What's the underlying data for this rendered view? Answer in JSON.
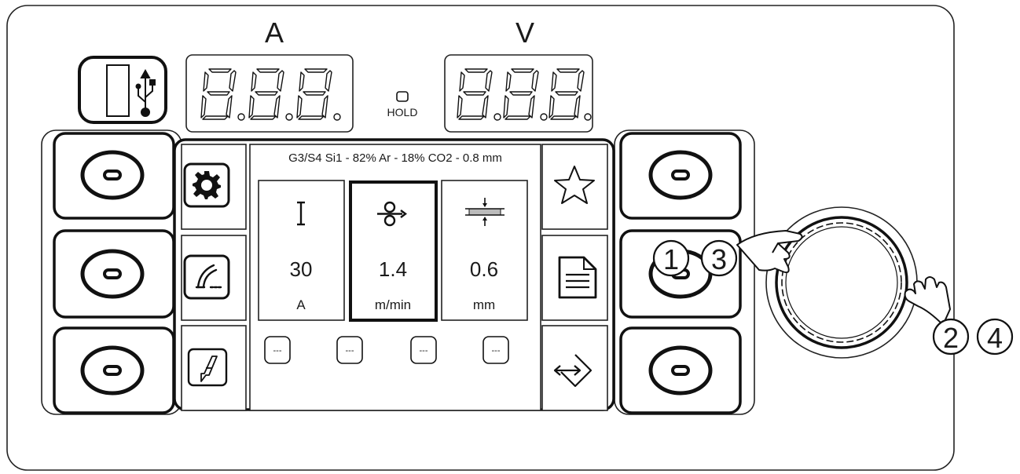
{
  "meters": {
    "current_label": "A",
    "voltage_label": "V",
    "hold_label": "HOLD"
  },
  "display": {
    "title": "G3/S4 Si1 - 82% Ar - 18% CO2 - 0.8 mm",
    "params": [
      {
        "value": "30",
        "unit": "A",
        "icon": "current-icon"
      },
      {
        "value": "1.4",
        "unit": "m/min",
        "icon": "wire-speed-icon"
      },
      {
        "value": "0.6",
        "unit": "mm",
        "icon": "thickness-icon"
      }
    ],
    "softkeys": [
      "---",
      "---",
      "---",
      "---"
    ]
  },
  "steps": {
    "s1": "1",
    "s2": "2",
    "s3": "3",
    "s4": "4"
  },
  "icons": {
    "left": [
      "gear-icon",
      "torch-icon",
      "trigger-icon"
    ],
    "right": [
      "star-icon",
      "document-icon",
      "enter-icon"
    ]
  }
}
